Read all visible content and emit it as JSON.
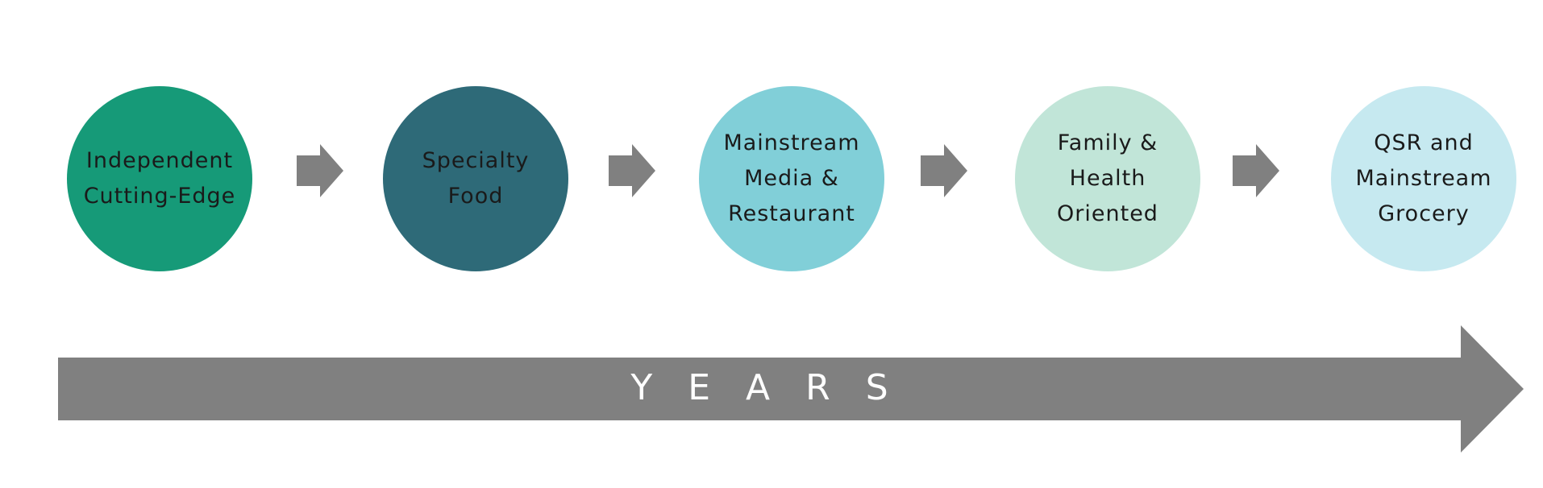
{
  "colors": {
    "arrow": "#808080",
    "text": "#1a1a1a",
    "timeline_text": "#ffffff"
  },
  "stages": [
    {
      "label": "Independent\nCutting-Edge",
      "color": "#169a78"
    },
    {
      "label": "Specialty\nFood",
      "color": "#2e6a78"
    },
    {
      "label": "Mainstream\nMedia &\nRestaurant",
      "color": "#81cfd8"
    },
    {
      "label": "Family &\nHealth\nOriented",
      "color": "#c1e5d8"
    },
    {
      "label": "QSR and\nMainstream\nGrocery",
      "color": "#c6e9f0"
    }
  ],
  "timeline": {
    "label": "YEARS"
  }
}
